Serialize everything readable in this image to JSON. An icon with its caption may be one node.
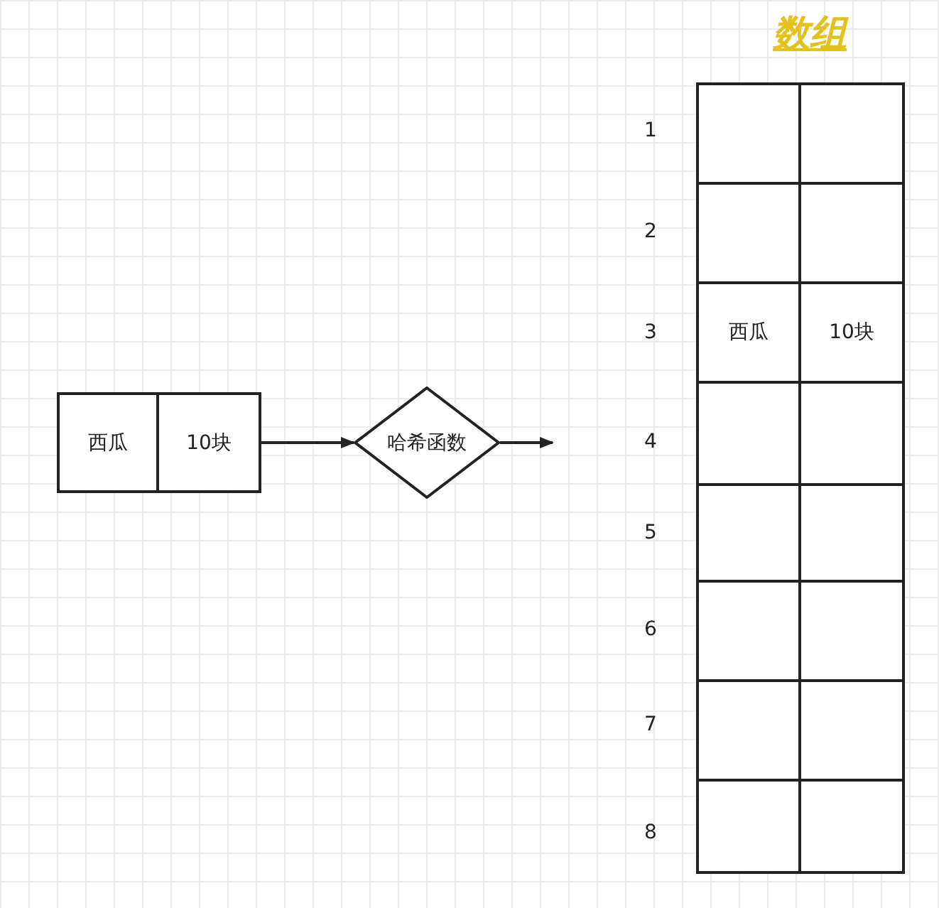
{
  "diagram": {
    "title": "数组",
    "nodes": [
      {
        "text": [
          "西瓜"
        ]
      },
      {
        "text": [
          "10块"
        ]
      },
      {
        "text": [
          "哈希函数"
        ]
      }
    ],
    "edges": [
      {
        "from": 1,
        "to": 2,
        "arrow": "to"
      },
      {
        "from": 2,
        "to": null,
        "arrow": "to"
      }
    ],
    "labels": [
      "1",
      "2",
      "3",
      "西瓜",
      "10块",
      "4",
      "5",
      "6",
      "7",
      "8"
    ]
  }
}
